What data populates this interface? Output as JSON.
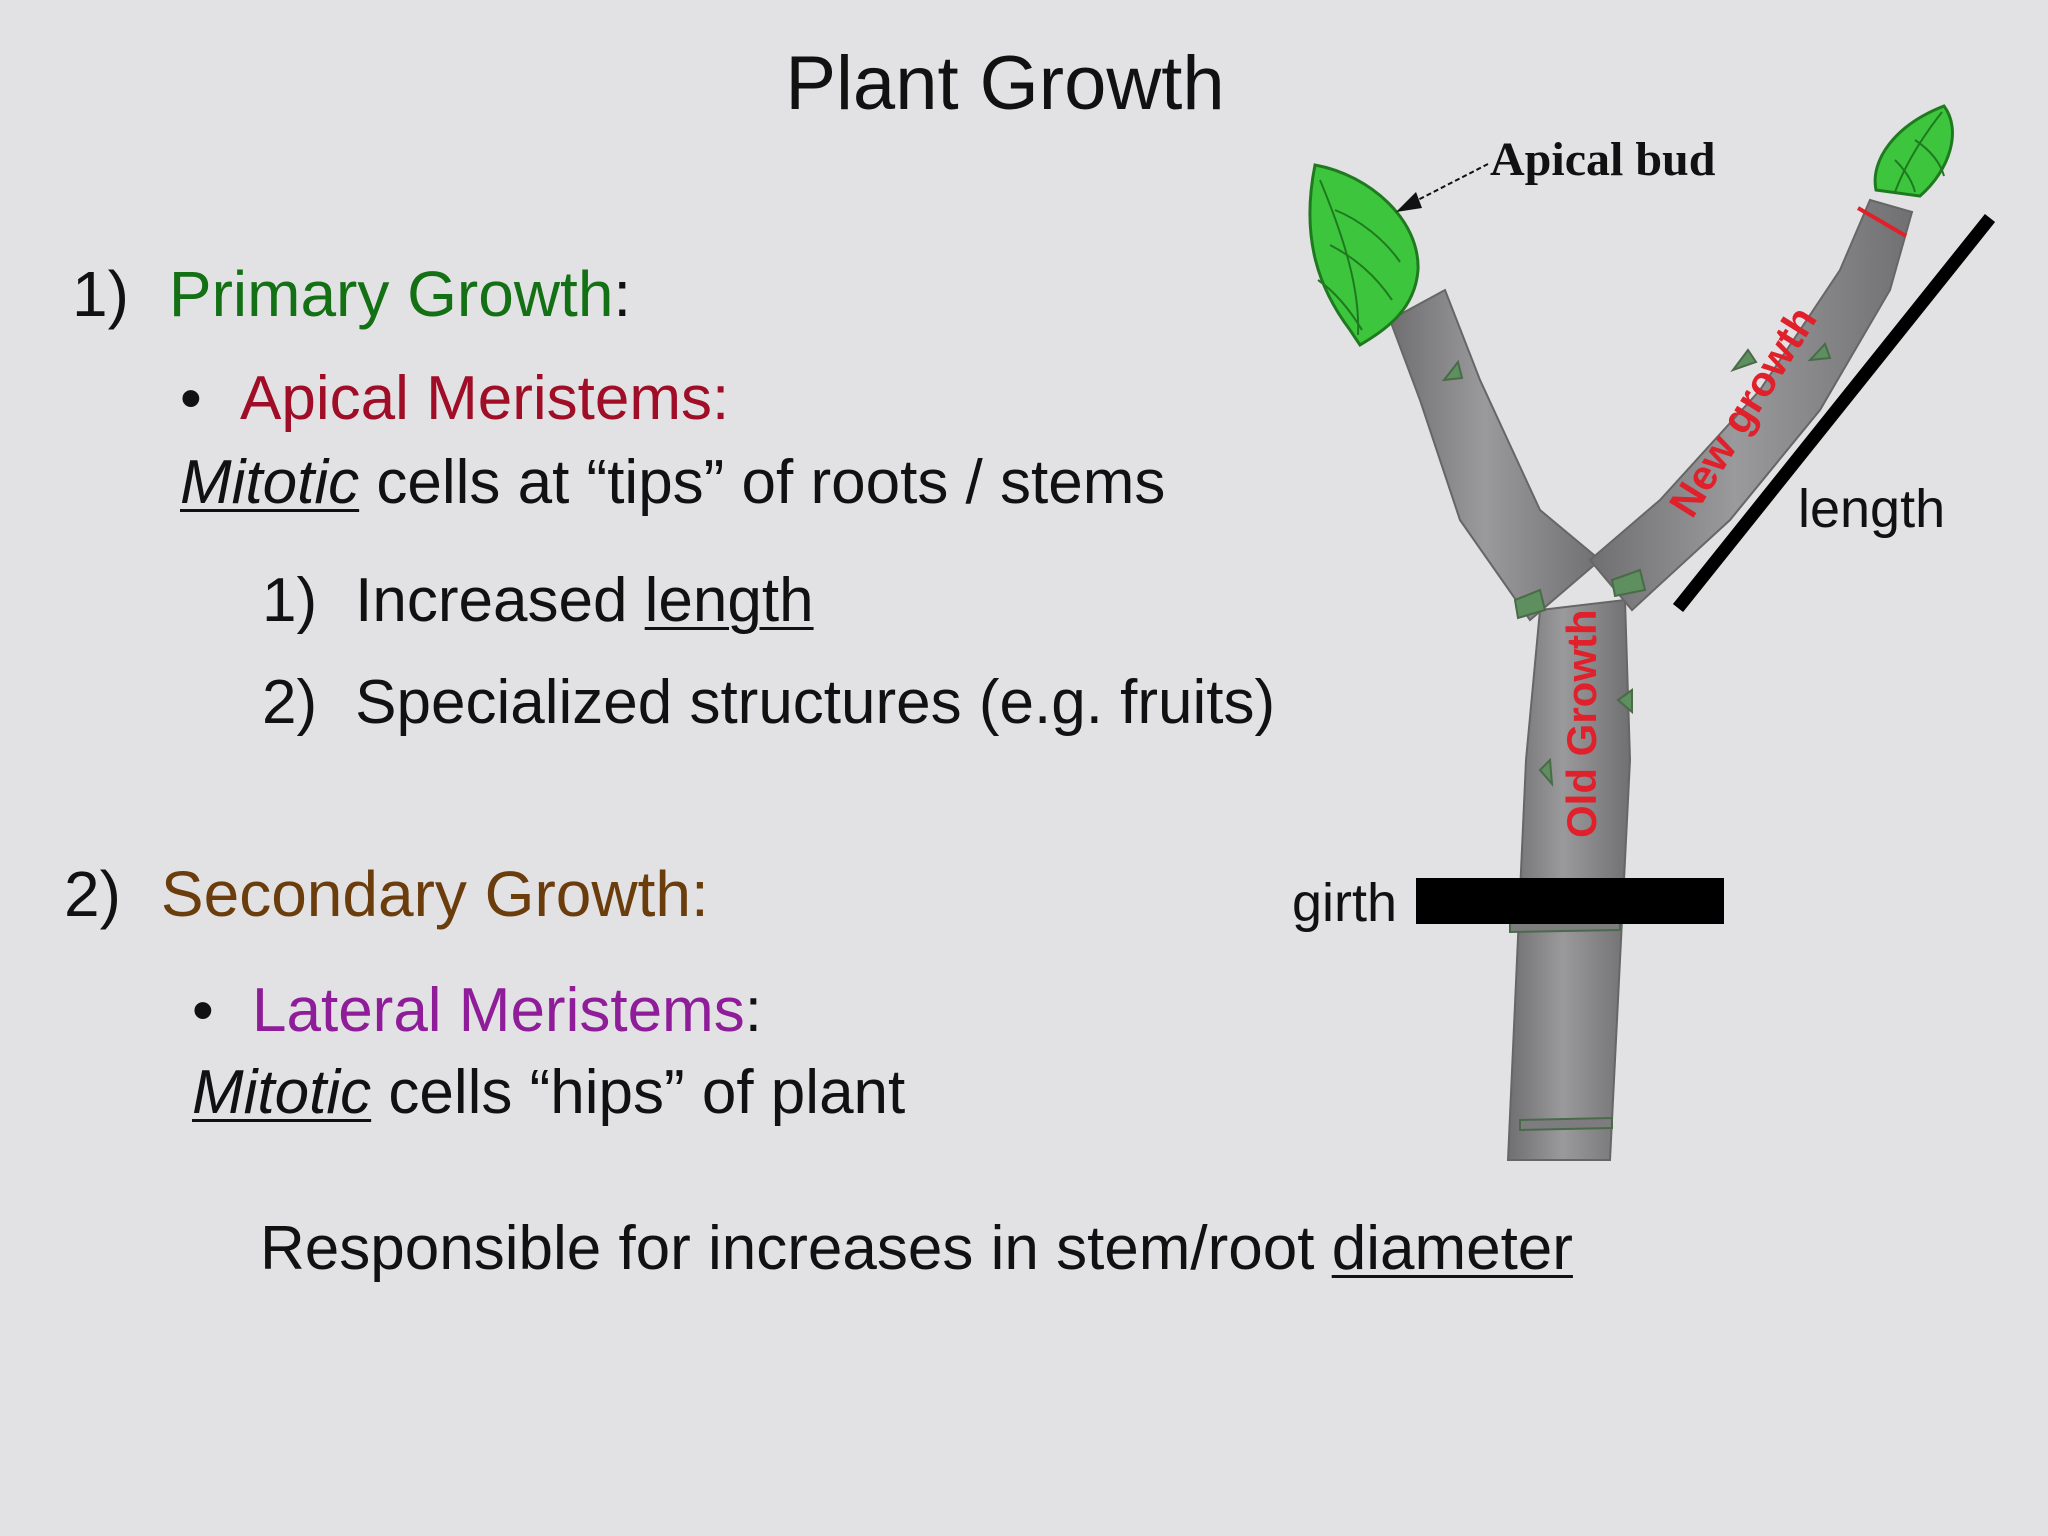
{
  "title": "Plant Growth",
  "primary": {
    "number": "1)",
    "heading": "Primary Growth",
    "colon": ":",
    "bullet": "•",
    "meristem_label": "Apical Meristems:",
    "mitotic_word": "Mitotic",
    "mitotic_rest": " cells at “tips” of roots / stems",
    "items": [
      {
        "number": "1)",
        "text": "Increased ",
        "underlined": "length"
      },
      {
        "number": "2)",
        "text": "Specialized structures (e.g. fruits)",
        "underlined": ""
      }
    ]
  },
  "secondary": {
    "number": "2)",
    "heading": "Secondary Growth:",
    "bullet": "•",
    "meristem_label": "Lateral Meristems",
    "colon": ":",
    "mitotic_word": "Mitotic",
    "mitotic_rest": " cells “hips” of plant",
    "responsible_text": "Responsible for increases in stem/root ",
    "responsible_underlined": "diameter"
  },
  "diagram": {
    "bud_label": "Apical bud",
    "new_growth": "New growth",
    "old_growth": "Old Growth",
    "length_label": "length",
    "girth_label": "girth",
    "colors": {
      "stem": "#8a8a8c",
      "leaf": "#3dc63d",
      "growth_text": "#e0202a",
      "text_green": "#147014",
      "text_red": "#a00d27",
      "text_brown": "#6b3d0c",
      "text_purple": "#8f1d99"
    }
  }
}
